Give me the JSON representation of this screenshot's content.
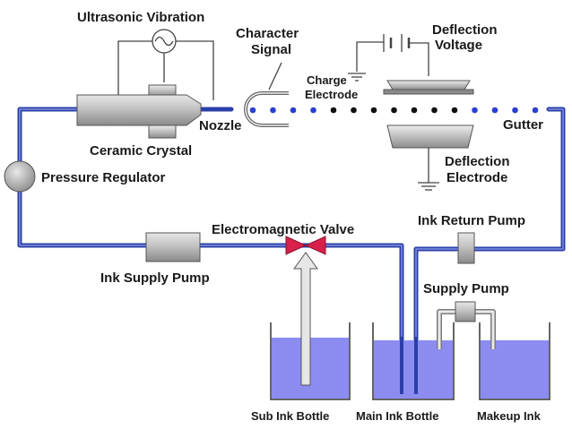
{
  "labels": {
    "ultrasonic_vibration": "Ultrasonic Vibration",
    "character_signal_line1": "Character",
    "character_signal_line2": "Signal",
    "deflection_voltage_line1": "Deflection",
    "deflection_voltage_line2": "Voltage",
    "charge_electrode_line1": "Charge",
    "charge_electrode_line2": "Electrode",
    "nozzle": "Nozzle",
    "gutter": "Gutter",
    "ceramic_crystal": "Ceramic Crystal",
    "pressure_regulator": "Pressure Regulator",
    "deflection_electrode_line1": "Deflection",
    "deflection_electrode_line2": "Electrode",
    "electromagnetic_valve": "Electromagnetic Valve",
    "ink_return_pump": "Ink Return Pump",
    "ink_supply_pump": "Ink Supply Pump",
    "supply_pump": "Supply Pump",
    "sub_ink_bottle": "Sub Ink Bottle",
    "main_ink_bottle": "Main Ink Bottle",
    "makeup_ink": "Makeup Ink"
  },
  "colors": {
    "pipe": "#2b3fa8",
    "pipe_highlight": "#7f8fe0",
    "ink": "#8c8cf0",
    "device_gray": "#b8b8b8",
    "valve": "#d8204a",
    "drop_blue": "#2a3fd0",
    "drop_black": "#111111"
  },
  "drops": [
    "blue",
    "blue",
    "blue",
    "blue",
    "black",
    "black",
    "black",
    "black",
    "black",
    "black",
    "black",
    "blue",
    "blue",
    "blue",
    "blue"
  ]
}
